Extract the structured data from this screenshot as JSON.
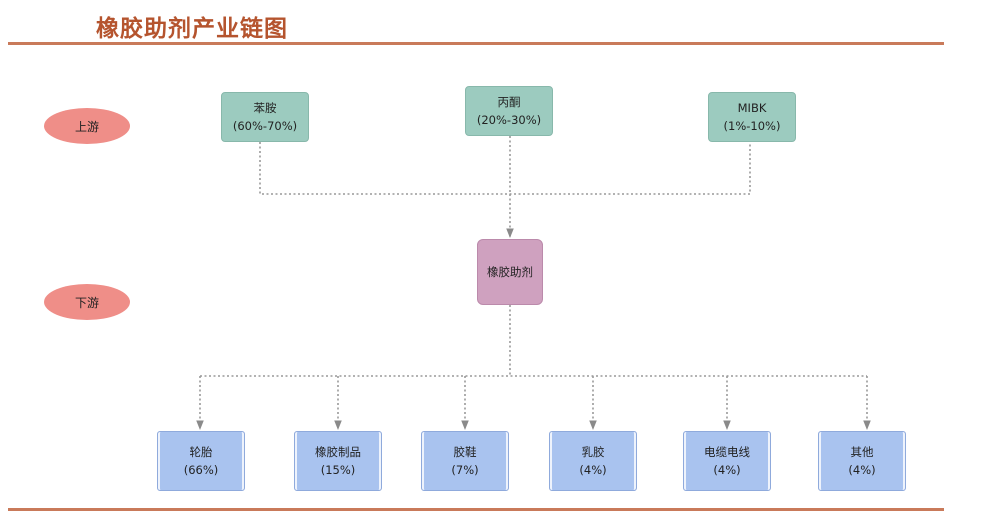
{
  "title": "橡胶助剂产业链图",
  "stages": {
    "upstream": "上游",
    "downstream": "下游"
  },
  "upstream": [
    {
      "name": "苯胺",
      "share": "(60%-70%)"
    },
    {
      "name": "丙酮",
      "share": "(20%-30%)"
    },
    {
      "name": "MIBK",
      "share": "(1%-10%)"
    }
  ],
  "center": {
    "name": "橡胶助剂"
  },
  "downstream": [
    {
      "name": "轮胎",
      "share": "(66%)"
    },
    {
      "name": "橡胶制品",
      "share": "(15%)"
    },
    {
      "name": "胶鞋",
      "share": "(7%)"
    },
    {
      "name": "乳胶",
      "share": "(4%)"
    },
    {
      "name": "电缆电线",
      "share": "(4%)"
    },
    {
      "name": "其他",
      "share": "(4%)"
    }
  ],
  "colors": {
    "title": "#b5542e",
    "rule": "#c97a5a",
    "stage": "#ef8e88",
    "upstream_box": "#9ccbbf",
    "center_box": "#cfa1bf",
    "downstream_box": "#a9c3ef",
    "connector": "#999999"
  }
}
